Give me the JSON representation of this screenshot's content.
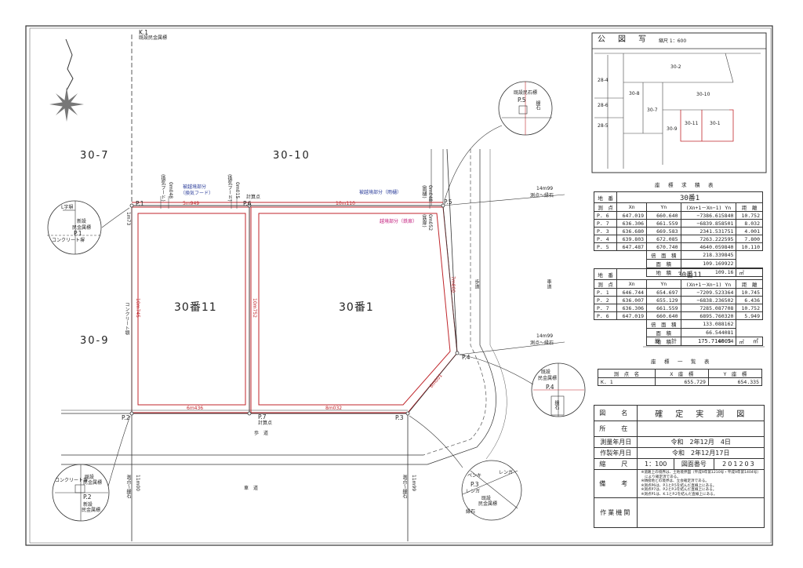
{
  "map": {
    "lots": {
      "north_west": "30-7",
      "north": "30-10",
      "west": "30-9",
      "main_left": "30番11",
      "main_right": "30番1"
    },
    "points": {
      "k1": "K.1",
      "p1": "P.1",
      "p2": "P.2",
      "p3": "P.3",
      "p4": "P.4",
      "p5": "P.5",
      "p6": "P.6",
      "p7": "P.7"
    },
    "point_notes": {
      "k1_note": "既設民金属標",
      "p6_note": "計算点",
      "p7_note": "計算点"
    },
    "distances": {
      "p1_p6": "5m949",
      "p6_p5": "10m110",
      "p1_p2": "10m745",
      "p6_p7": "10m752",
      "p5_p4": "7m800",
      "p4_p3": "6m001",
      "p2_p7": "6m436",
      "p7_p3": "8m032",
      "p1_left": "1m73"
    },
    "annotations": {
      "encroach_blue_left": "被越境部分",
      "encroach_blue_left_sub": "（換気フード）",
      "encroach_blue_right": "被越境部分（雨樋）",
      "encroach_red": "越境部分（鉄扉）",
      "small_left_a": "(換気フード)",
      "small_left_b": "0m048",
      "small_mid_a": "(換気フード)",
      "small_mid_b": "0m015",
      "small_right_a": "(雨樋)",
      "small_right_b": "0m048",
      "small_right_c": "(鉄扉)",
      "small_right_d": "0m052",
      "conc_wall": "コンクリート塀",
      "sidewalk": "歩　道",
      "sidewalk_v": "歩道",
      "road": "車　道",
      "road_v": "車道",
      "east_14m99_top": "14m99",
      "east_label_top": "測点～縁石",
      "east_14m99_mid": "14m99",
      "east_label_mid": "測点～縁石",
      "south_11m00": "11m00",
      "south_label_left": "測点～縁石",
      "south_11m99": "11m99",
      "south_label_right": "測点～縁石"
    },
    "details": {
      "p1": {
        "title": "L字塀",
        "note1": "新設",
        "note2": "民金属標",
        "wall": "コンクリート塀"
      },
      "p2": {
        "note1": "既設",
        "note2": "民金属標",
        "note3": "新設",
        "note4": "民金属標",
        "wall": "コンクリート塀"
      },
      "p3": {
        "a": "ペンキ",
        "b": "レンガ",
        "c": "レンガ",
        "d": "既設",
        "e": "民金属標",
        "curb": "縁石"
      },
      "p4": {
        "a": "既設",
        "b": "民金属標",
        "curb": "縁石"
      },
      "p5": {
        "a": "既設民石標",
        "curb": "縁石"
      }
    }
  },
  "cadastral": {
    "title": "公　図　写",
    "scale": "縮尺 1：600",
    "parcels": [
      "30-2",
      "30-8",
      "30-10",
      "30-7",
      "30-9",
      "30-11",
      "30-1",
      "28-4",
      "28-6",
      "28-5"
    ]
  },
  "area_calc": {
    "title": "座　標　求　積　表",
    "lot1": {
      "lot_label": "地　番",
      "lot_value": "30番1",
      "headers": [
        "測　点",
        "Xn",
        "Yn",
        "(Xn+1－Xn−1) Yn",
        "距　離"
      ],
      "rows": [
        [
          "P. 6",
          "647.019",
          "660.640",
          "−7386.615840",
          "10.752"
        ],
        [
          "P. 7",
          "636.306",
          "661.559",
          "−6839.858501",
          "8.032"
        ],
        [
          "P. 3",
          "636.680",
          "669.583",
          "2341.531751",
          "4.001"
        ],
        [
          "P. 4",
          "639.803",
          "672.085",
          "7263.222595",
          "7.800"
        ],
        [
          "P. 5",
          "647.487",
          "670.740",
          "4640.059840",
          "10.110"
        ]
      ],
      "double_area_label": "倍　面　積",
      "double_area": "218.339845",
      "area_label": "面　積",
      "area": "109.169922",
      "ground_label": "地　積",
      "ground": "109.16",
      "unit": "㎡"
    },
    "lot2": {
      "lot_label": "地　番",
      "lot_value": "30番11",
      "headers": [
        "測　点",
        "Xn",
        "Yn",
        "(Xn+1－Xn−1) Yn",
        "距　離"
      ],
      "rows": [
        [
          "P. 1",
          "646.744",
          "654.697",
          "−7209.523364",
          "10.745"
        ],
        [
          "P. 2",
          "636.007",
          "655.129",
          "−6838.236502",
          "6.436"
        ],
        [
          "P. 7",
          "636.306",
          "661.559",
          "7285.087708",
          "10.752"
        ],
        [
          "P. 6",
          "647.019",
          "660.640",
          "6895.760320",
          "5.949"
        ]
      ],
      "double_area_label": "倍　面　積",
      "double_area": "133.088162",
      "area_label": "面　積",
      "area": "66.544081",
      "ground_label": "地　積",
      "ground": "66.54",
      "unit": "㎡"
    },
    "total_label": "総　　計",
    "total": "175.714003",
    "total_unit": "㎡"
  },
  "coords": {
    "title": "座　標　一　覧　表",
    "headers": [
      "測　点　名",
      "X　座　標",
      "Y　座　標"
    ],
    "rows": [
      [
        "K. 1",
        "655.729",
        "654.335"
      ]
    ]
  },
  "title_block": {
    "rows": [
      {
        "label": "図　名",
        "value": "確　定　実　測　図"
      },
      {
        "label": "所　在",
        "value": ""
      },
      {
        "label": "測量年月日",
        "value": "令和　2年12月　4日"
      },
      {
        "label": "作製年月日",
        "value": "令和　2年12月17日"
      },
      {
        "label": "縮　尺",
        "value": "1：100",
        "label2": "図面番号",
        "value2": "201203"
      },
      {
        "label": "備　考",
        "value": ""
      },
      {
        "label": "作業機関",
        "value": ""
      }
    ],
    "remarks": [
      "※道路上の境界は、土地境界図（平成9年第1210号・平成9年第1404号）",
      "　により確定済である。",
      "※隣接地との境界は、立会確定済である。",
      "※測点P6は、P.1とP.5を結んだ直線上にある。",
      "※測点P7は、P.2とP.3を結んだ直線上にある。",
      "※測点P1は、K.1とP.2を結んだ直線上にある。"
    ]
  },
  "colors": {
    "boundary": "#c0262b",
    "line": "#333333",
    "blue_text": "#2b3d9a",
    "magenta_text": "#c21b7c"
  }
}
